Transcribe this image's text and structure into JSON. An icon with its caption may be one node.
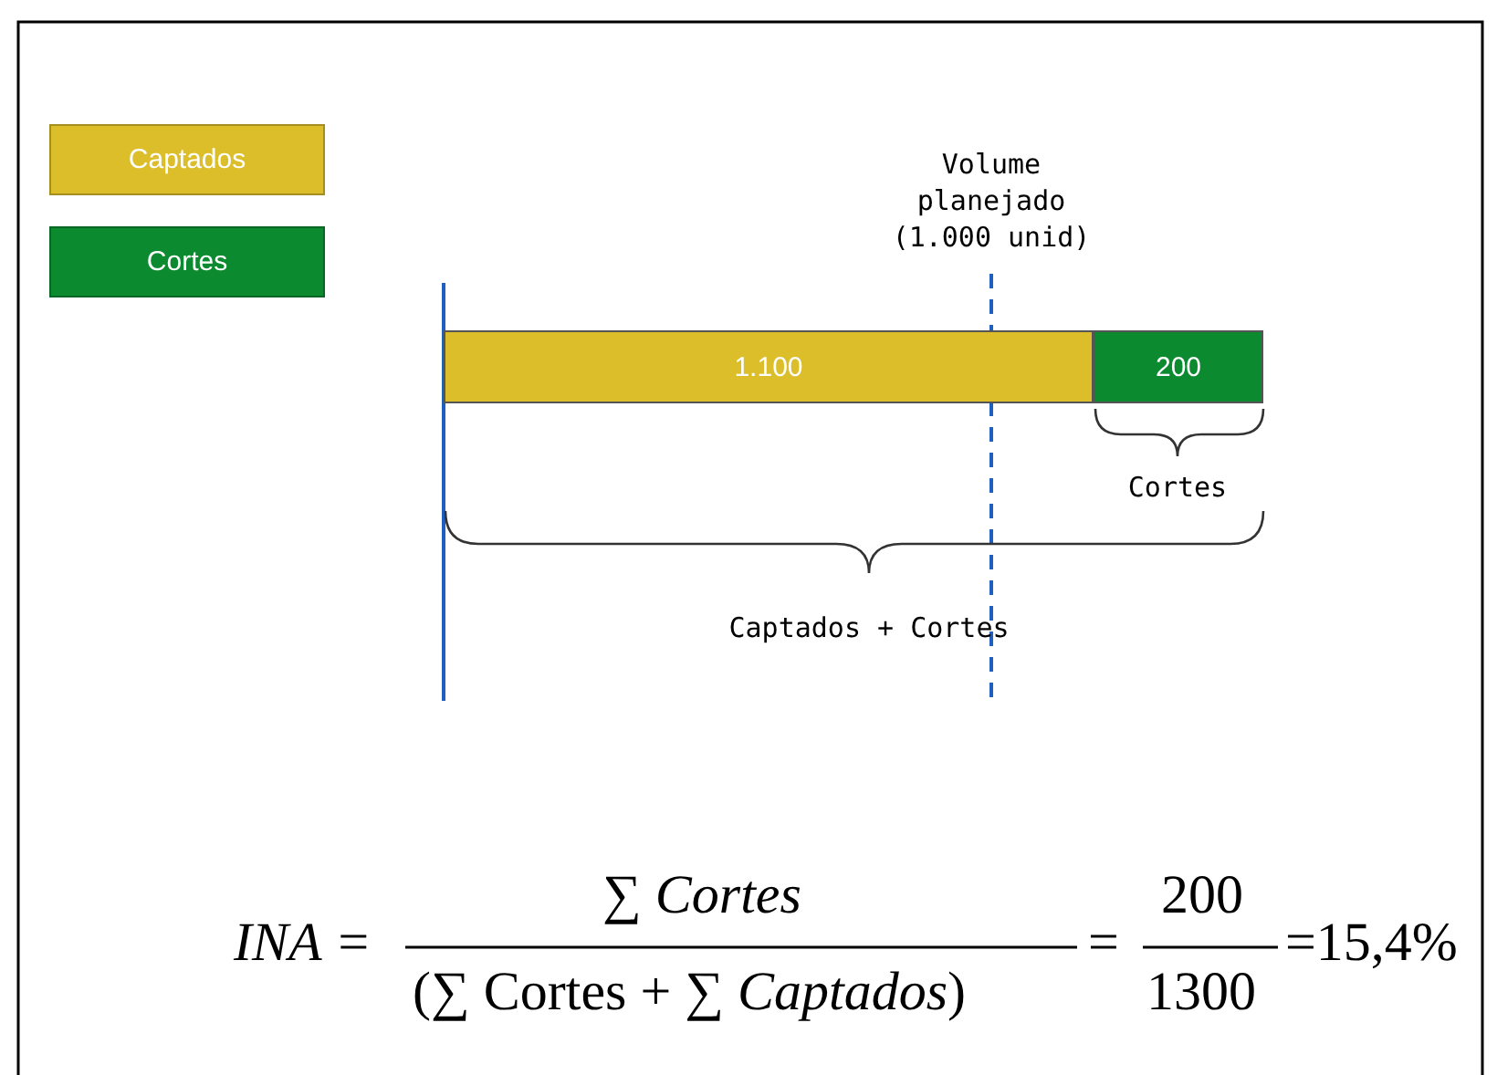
{
  "diagram": {
    "nodes": [
      {
        "text": [
          "1.100"
        ]
      },
      {
        "text": [
          "200"
        ]
      }
    ],
    "labels": [
      "Volume planejado (1.000 unid)",
      "Cortes",
      "Captados + Cortes",
      "INA =",
      "∑ *Cortes*",
      "(∑ Cortes + ∑ *Captados*)",
      "=",
      "200",
      "1300",
      "=15,4%"
    ],
    "legend": [
      {
        "text": "Captados",
        "color": "#dbbe2a"
      },
      {
        "text": "Cortes",
        "color": "#0b8a30"
      }
    ]
  }
}
